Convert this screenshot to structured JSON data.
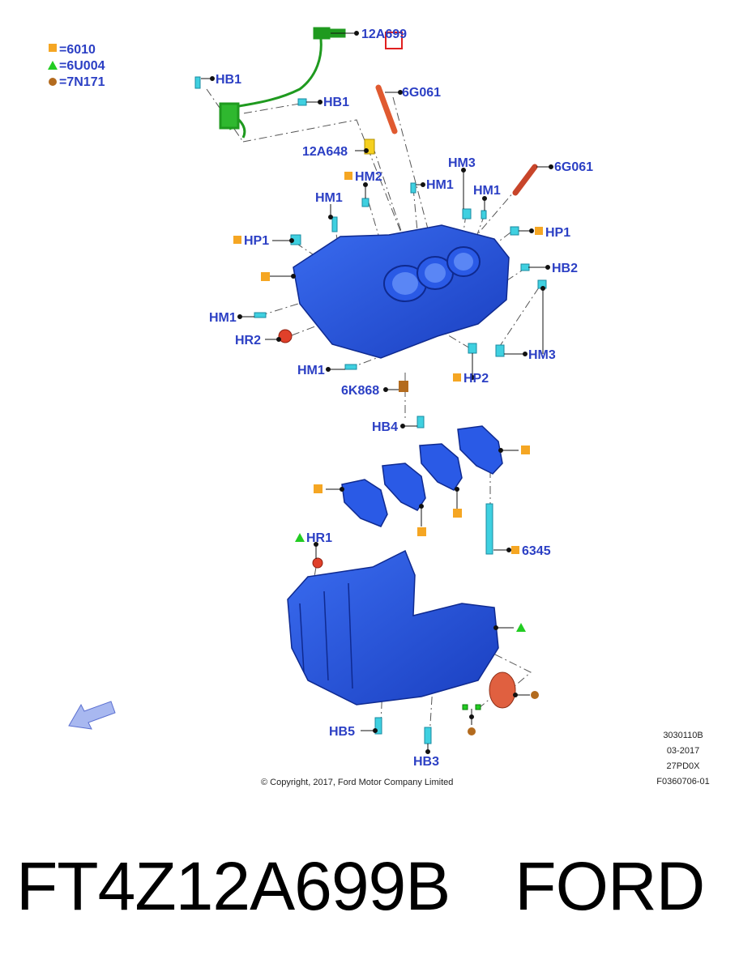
{
  "legend": [
    {
      "symbol": "square-icon",
      "color": "#f5a623",
      "code": "6010"
    },
    {
      "symbol": "triangle-icon",
      "color": "#22cc22",
      "code": "6U004"
    },
    {
      "symbol": "circle-icon",
      "color": "#b36b1e",
      "code": "7N171"
    }
  ],
  "callouts": {
    "c12a699": "12A699",
    "hb1a": "HB1",
    "hb1b": "HB1",
    "c6g061a": "6G061",
    "c12a648": "12A648",
    "hm2": "HM2",
    "hm1a": "HM1",
    "hm1b": "HM1",
    "hm3a": "HM3",
    "hm1c": "HM1",
    "c6g061b": "6G061",
    "hp1a": "HP1",
    "hp1b": "HP1",
    "hb2": "HB2",
    "hm1d": "HM1",
    "hr2": "HR2",
    "hm3b": "HM3",
    "hm1e": "HM1",
    "hp2": "HP2",
    "c6k868": "6K868",
    "hb4": "HB4",
    "hr1": "HR1",
    "c6345": "6345",
    "hb5": "HB5",
    "hb3": "HB3"
  },
  "stamp": {
    "line1": "3030110B",
    "line2": "03-2017",
    "line3": "27PD0X",
    "line4": "F0360706-01"
  },
  "copyright": "© Copyright, 2017, Ford Motor Company Limited",
  "footer": {
    "part_number": "FT4Z12A699B",
    "brand": "FORD"
  },
  "colors": {
    "callout": "#2b3fc4",
    "block": "#1f4fd8",
    "part_cyan": "#3fd0e0",
    "harness": "#1f9a1f",
    "rod": "#e05a30",
    "orange_square": "#f5a623"
  }
}
